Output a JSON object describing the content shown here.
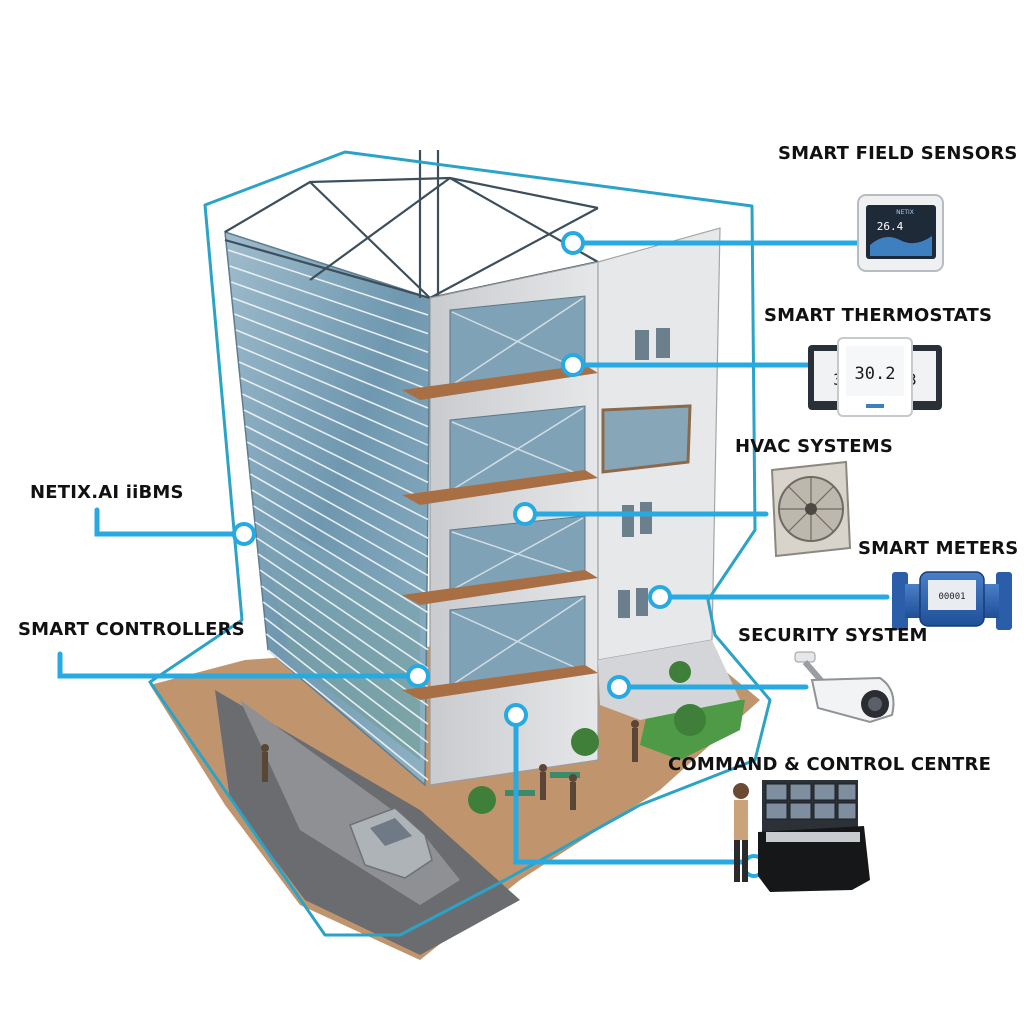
{
  "labels": {
    "smart_field_sensors": "SMART FIELD SENSORS",
    "smart_thermostats": "SMART THERMOSTATS",
    "hvac_systems": "HVAC SYSTEMS",
    "netix_ibms": "NETIX.AI iiBMS",
    "smart_meters": "SMART METERS",
    "smart_controllers": "SMART CONTROLLERS",
    "security_system": "SECURITY SYSTEM",
    "command_control_centre": "COMMAND & CONTROL CENTRE"
  },
  "devices": {
    "sensor_brand": "NETIX",
    "sensor_reading": "26.4",
    "thermostat_left_reading": "3",
    "thermostat_center_reading": "30.2",
    "thermostat_right_reading": "3",
    "meter_reading": "00001"
  },
  "colors": {
    "accent": "#27a9e1",
    "outline": "#2aa3c7",
    "glass": "#7ea6bd",
    "concrete": "#d9dadd",
    "wood": "#a86f45",
    "ground": "#b98a5e"
  },
  "icons": [
    "wall-sensor-icon",
    "thermostat-icon",
    "hvac-fan-icon",
    "water-meter-icon",
    "security-camera-icon",
    "control-desk-icon"
  ]
}
